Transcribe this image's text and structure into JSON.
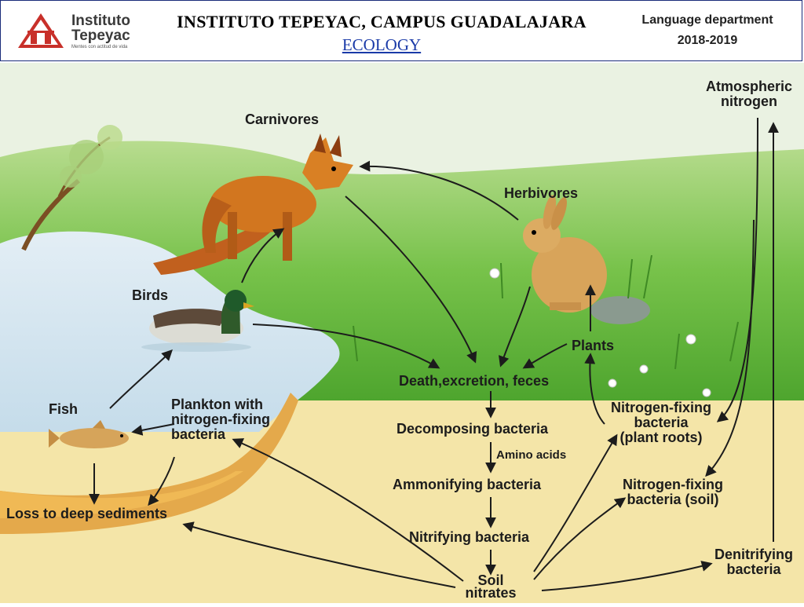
{
  "header": {
    "logo_line1": "Instituto",
    "logo_line2": "Tepeyac",
    "logo_tagline": "Mentes con actitud de vida",
    "title": "INSTITUTO TEPEYAC, CAMPUS GUADALAJARA",
    "subtitle": "ECOLOGY",
    "department": "Language department",
    "year": "2018-2019"
  },
  "diagram": {
    "labels": {
      "carnivores": "Carnivores",
      "herbivores": "Herbivores",
      "birds": "Birds",
      "plants": "Plants",
      "fish": "Fish",
      "plankton": "Plankton with\nnitrogen-fixing\nbacteria",
      "death": "Death,excretion, feces",
      "decomposing": "Decomposing bacteria",
      "amino": "Amino acids",
      "ammonifying": "Ammonifying bacteria",
      "nitrifying": "Nitrifying bacteria",
      "soil": "Soil\nnitrates",
      "loss": "Loss to deep sediments",
      "nfix_roots": "Nitrogen-fixing\nbacteria\n(plant roots)",
      "nfix_soil": "Nitrogen-fixing\nbacteria (soil)",
      "denitrifying": "Denitrifying\nbacteria",
      "atmospheric": "Atmospheric\nnitrogen"
    },
    "colors": {
      "water": "#cfe3ef",
      "grass": "#6cbb3c",
      "soil": "#f3e3a3",
      "sediment": "#e1a848",
      "arrow": "#1c1c1c"
    }
  }
}
